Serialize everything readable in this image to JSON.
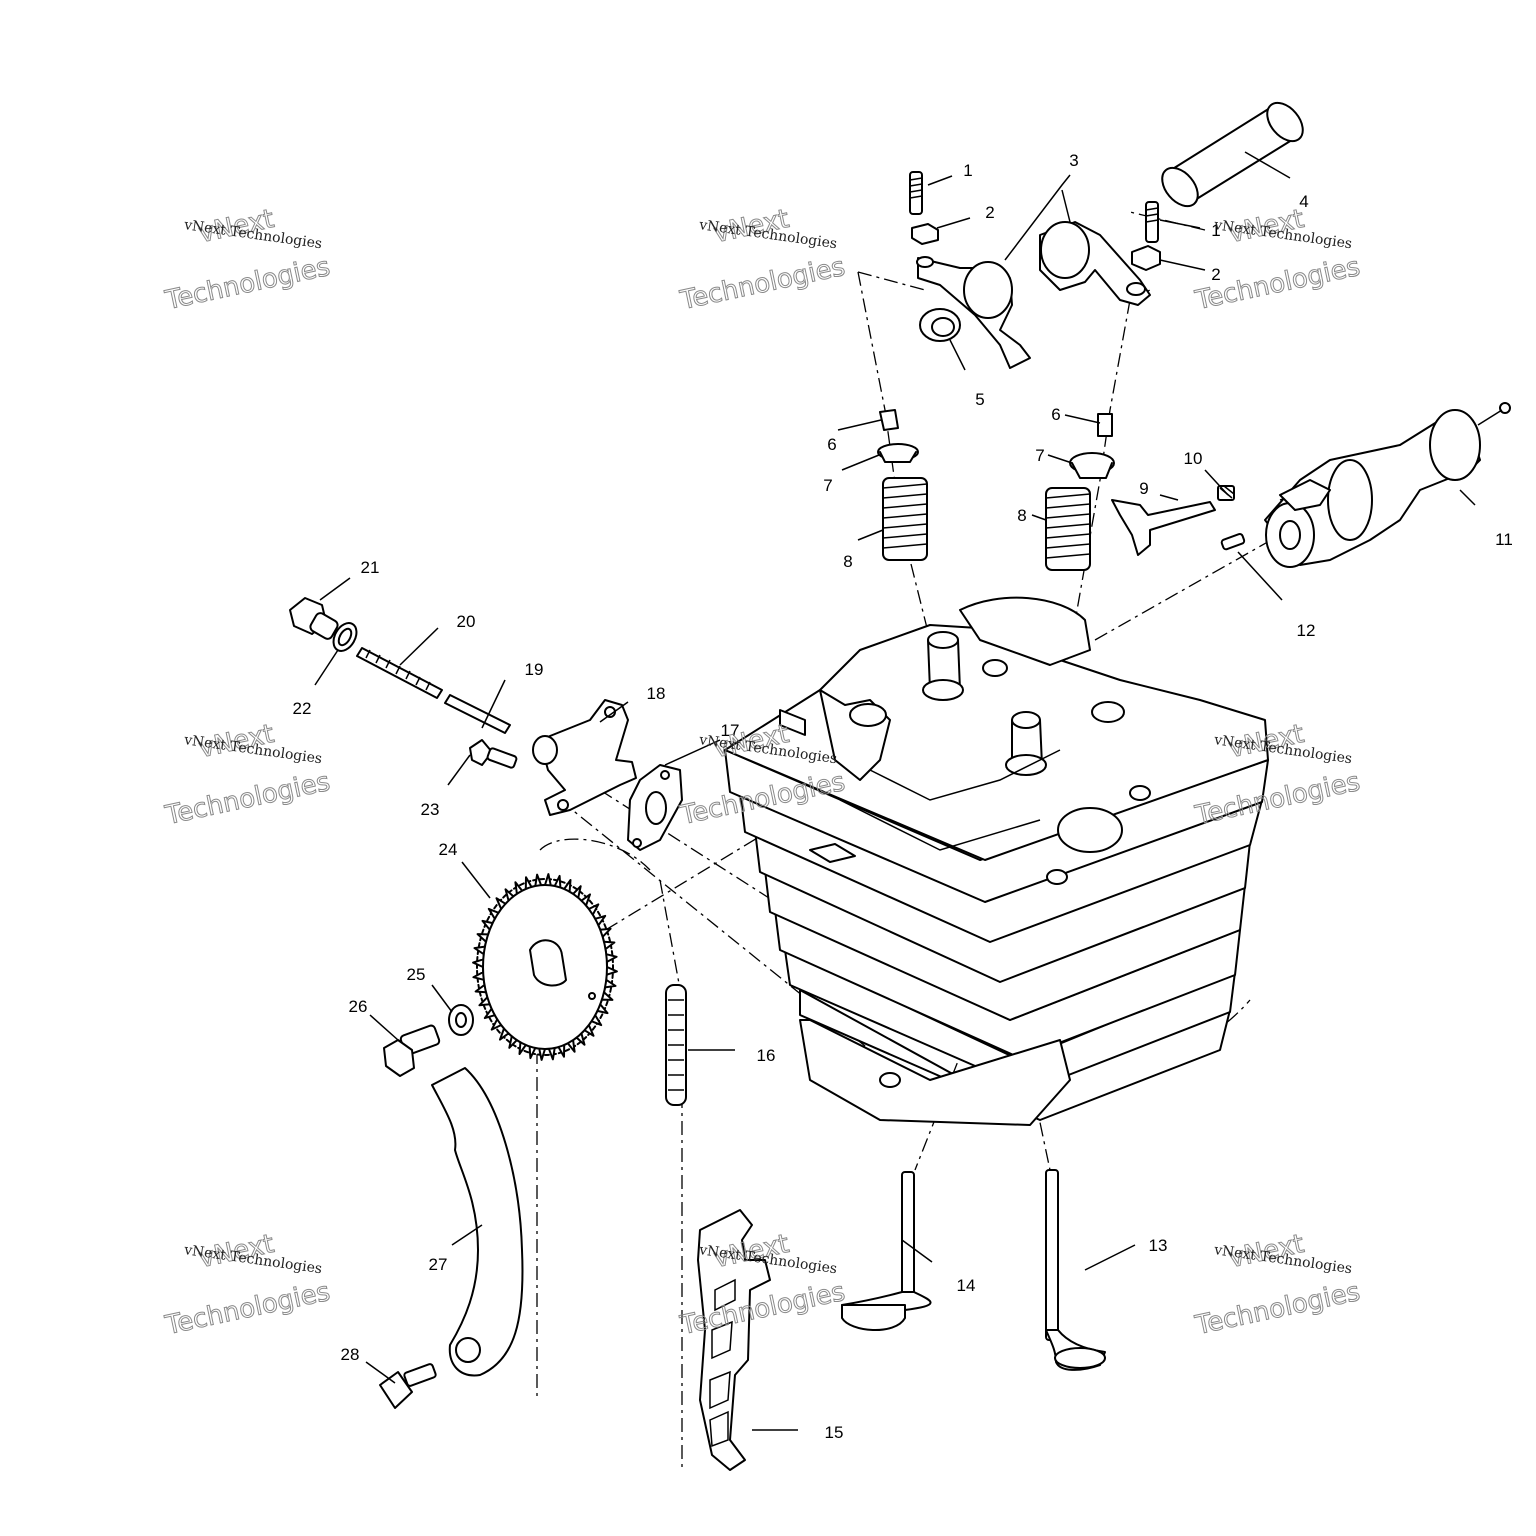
{
  "diagram": {
    "callouts": [
      {
        "id": "1a",
        "label": "1"
      },
      {
        "id": "1b",
        "label": "1"
      },
      {
        "id": "2a",
        "label": "2"
      },
      {
        "id": "2b",
        "label": "2"
      },
      {
        "id": "3",
        "label": "3"
      },
      {
        "id": "4",
        "label": "4"
      },
      {
        "id": "5",
        "label": "5"
      },
      {
        "id": "6a",
        "label": "6"
      },
      {
        "id": "6b",
        "label": "6"
      },
      {
        "id": "7a",
        "label": "7"
      },
      {
        "id": "7b",
        "label": "7"
      },
      {
        "id": "8a",
        "label": "8"
      },
      {
        "id": "8b",
        "label": "8"
      },
      {
        "id": "9",
        "label": "9"
      },
      {
        "id": "10",
        "label": "10"
      },
      {
        "id": "11",
        "label": "11"
      },
      {
        "id": "12",
        "label": "12"
      },
      {
        "id": "13",
        "label": "13"
      },
      {
        "id": "14",
        "label": "14"
      },
      {
        "id": "15",
        "label": "15"
      },
      {
        "id": "16",
        "label": "16"
      },
      {
        "id": "17",
        "label": "17"
      },
      {
        "id": "18",
        "label": "18"
      },
      {
        "id": "19",
        "label": "19"
      },
      {
        "id": "20",
        "label": "20"
      },
      {
        "id": "21",
        "label": "21"
      },
      {
        "id": "22",
        "label": "22"
      },
      {
        "id": "23",
        "label": "23"
      },
      {
        "id": "24",
        "label": "24"
      },
      {
        "id": "25",
        "label": "25"
      },
      {
        "id": "26",
        "label": "26"
      },
      {
        "id": "27",
        "label": "27"
      },
      {
        "id": "28",
        "label": "28"
      }
    ]
  },
  "watermark": {
    "brand": "vNext",
    "company": "vNext Technologies",
    "word": "Technologies"
  }
}
